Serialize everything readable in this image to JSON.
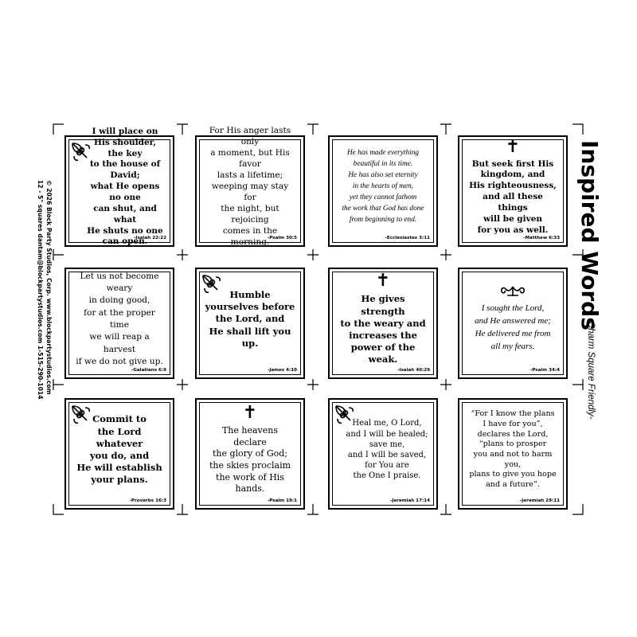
{
  "title": "Inspired Words",
  "subtitle": "-Charm Square Friendly-",
  "credits": {
    "line1": "© 2026 Block Party Studios, Corp.  www.blockpartystudios.com",
    "line2": "12 - 5\" squares  dantam@blockpartystudios.com  1-515-290-1014"
  },
  "squares": [
    {
      "verse": "I will place on\nHis shoulder, the key\nto the house of David;\nwhat He opens no one\ncan shut, and what\nHe shuts no one\ncan open.",
      "ref": "-Isaiah 22:22",
      "ornament": "corner-flourish-icon"
    },
    {
      "verse": "For His anger lasts only\na moment, but His favor\nlasts a lifetime;\nweeping may stay for\nthe night, but rejoicing\ncomes in the morning.",
      "ref": "-Psalm 30:5",
      "ornament": "none"
    },
    {
      "verse": "He has made everything\nbeautiful in its time.\nHe has also set eternity\nin the hearts of men,\nyet they cannot fathom\nthe work that God has done\nfrom beginning to end.",
      "ref": "-Ecclesiastes 3:11",
      "ornament": "none"
    },
    {
      "verse": "But seek first His\nkingdom, and\nHis righteousness,\nand all these things\nwill be given\nfor you as well.",
      "ref": "-Matthew 6:33",
      "ornament": "cross-icon"
    },
    {
      "verse": "Let us not become weary\nin doing good,\nfor at the proper time\nwe will reap a harvest\nif we do not give up.",
      "ref": "-Galatians 6:9",
      "ornament": "none"
    },
    {
      "verse": "Humble\nyourselves before\nthe Lord, and\nHe shall lift you up.",
      "ref": "-James 4:10",
      "ornament": "corner-flourish-icon"
    },
    {
      "verse": "He gives strength\nto the weary and\nincreases the\npower of the weak.",
      "ref": "-Isaiah 40:29",
      "ornament": "cross-icon"
    },
    {
      "verse": "I sought the Lord,\nand He answered me;\nHe delivered me from\nall my fears.",
      "ref": "-Psalm 34:4",
      "ornament": "top-flourish-icon"
    },
    {
      "verse": "Commit to\nthe Lord whatever\nyou do, and\nHe will establish\nyour plans.",
      "ref": "-Proverbs 16:3",
      "ornament": "corner-flourish-icon"
    },
    {
      "verse": "The heavens declare\nthe glory of God;\nthe skies proclaim\nthe work of His hands.",
      "ref": "-Psalm 19:1",
      "ornament": "cross-icon"
    },
    {
      "verse": "Heal me, O Lord,\nand I will be healed;\nsave me,\nand I will be saved,\nfor You are\nthe One I praise.",
      "ref": "-Jeremiah 17:14",
      "ornament": "corner-flourish-icon"
    },
    {
      "verse": "“For I know the plans\nI have for you”,\ndeclares the Lord,\n“plans to prosper\nyou and not to harm you,\nplans to give you hope\nand a future”.",
      "ref": "-Jeremiah 29:11",
      "ornament": "none"
    }
  ]
}
